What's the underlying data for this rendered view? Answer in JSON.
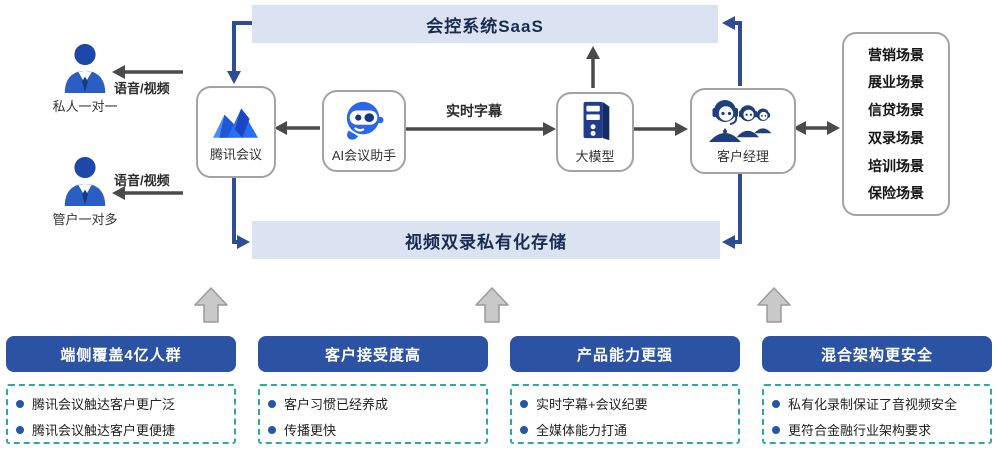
{
  "diagram": {
    "saas_bar": "会控系统SaaS",
    "storage_bar": "视频双录私有化存储",
    "voice_video_top": "语音/视频",
    "voice_video_bottom": "语音/视频",
    "realtime_caption": "实时字幕",
    "person_top": "私人一对一",
    "person_bottom": "管户一对多",
    "nodes": {
      "tencent": "腾讯会议",
      "ai": "AI会议助手",
      "model": "大模型",
      "manager": "客户经理"
    },
    "scenarios": [
      "营销场景",
      "展业场景",
      "信贷场景",
      "双录场景",
      "培训场景",
      "保险场景"
    ]
  },
  "benefits": [
    {
      "title": "端侧覆盖4亿人群",
      "items": [
        "腾讯会议触达客户更广泛",
        "腾讯会议触达客户更便捷"
      ]
    },
    {
      "title": "客户接受度高",
      "items": [
        "客户习惯已经养成",
        "传播更快"
      ]
    },
    {
      "title": "产品能力更强",
      "items": [
        "实时字幕+会议纪要",
        "全媒体能力打通"
      ]
    },
    {
      "title": "混合架构更安全",
      "items": [
        "私有化录制保证了音视频安全",
        "更符合金融行业架构要求"
      ]
    }
  ],
  "colors": {
    "primary_blue": "#2b52a3",
    "arrow_blue": "#2e4d93",
    "arrow_gray": "#4a4a4a",
    "teal_dash": "#2fa8a4",
    "bar_bg": "#dbe3f3",
    "icon_blue": "#2456ad",
    "icon_navy": "#1f3d8c"
  }
}
